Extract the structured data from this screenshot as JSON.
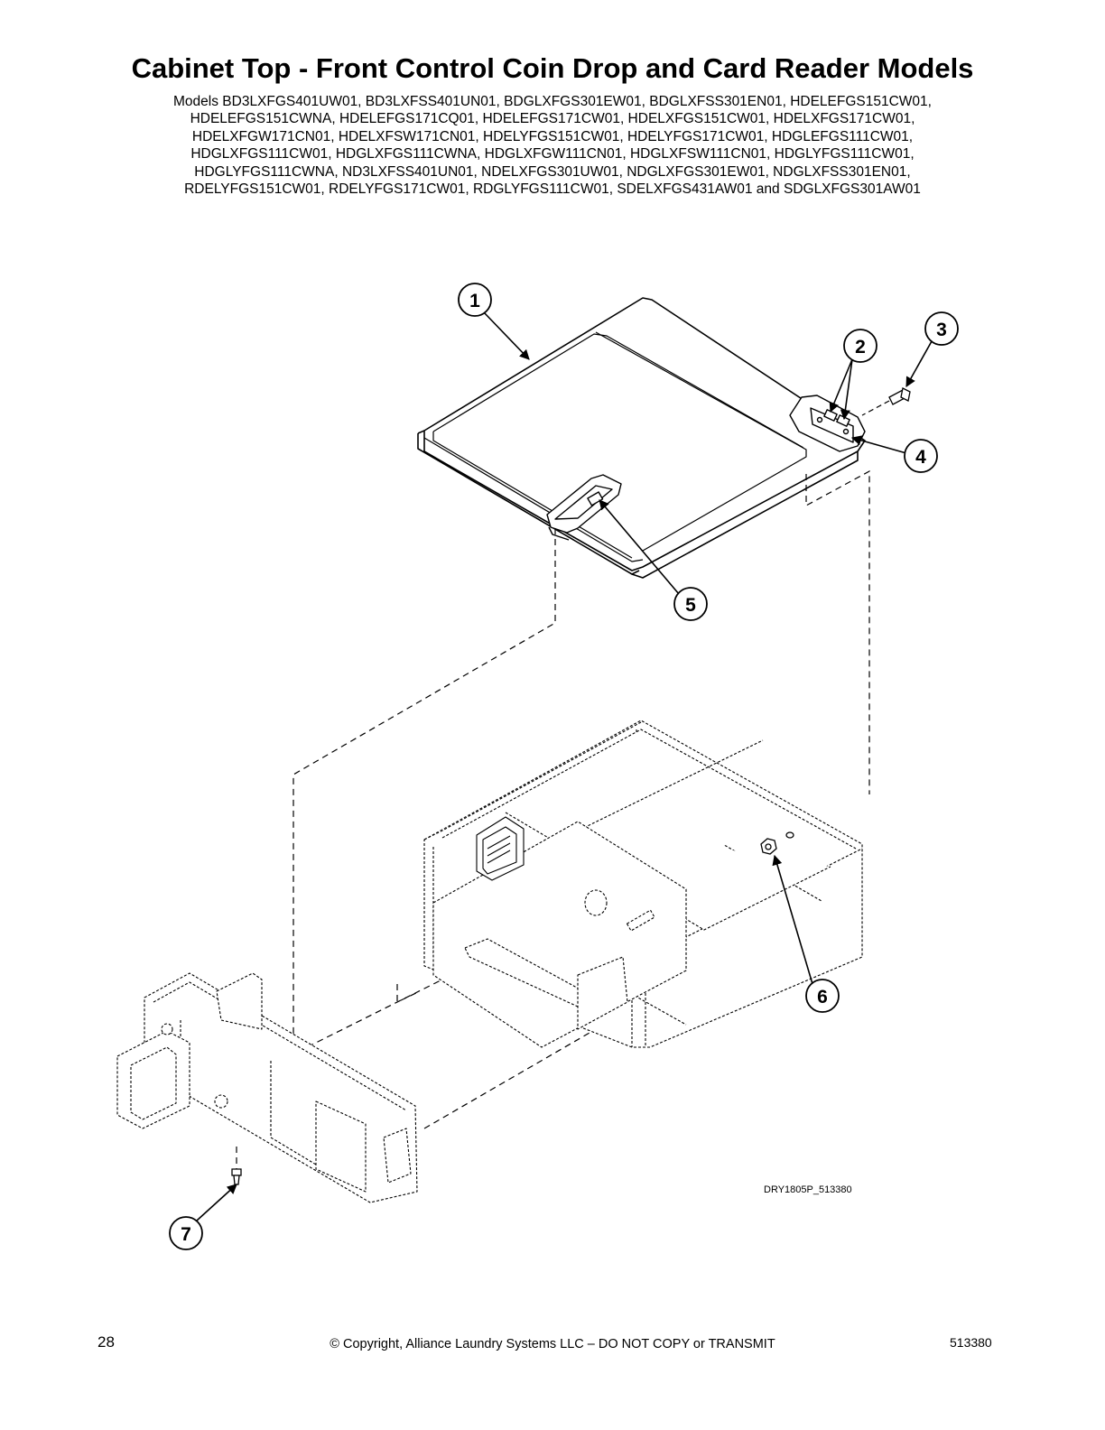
{
  "title": "Cabinet Top - Front Control Coin Drop and Card Reader Models",
  "models_lines": [
    "Models BD3LXFGS401UW01, BD3LXFSS401UN01, BDGLXFGS301EW01, BDGLXFSS301EN01, HDELEFGS151CW01,",
    "HDELEFGS151CWNA, HDELEFGS171CQ01, HDELEFGS171CW01, HDELXFGS151CW01, HDELXFGS171CW01,",
    "HDELXFGW171CN01, HDELXFSW171CN01, HDELYFGS151CW01, HDELYFGS171CW01, HDGLEFGS111CW01,",
    "HDGLXFGS111CW01, HDGLXFGS111CWNA, HDGLXFGW111CN01, HDGLXFSW111CN01, HDGLYFGS111CW01,",
    "HDGLYFGS111CWNA, ND3LXFSS401UN01, NDELXFGS301UW01, NDGLXFGS301EW01, NDGLXFSS301EN01,",
    "RDELYFGS151CW01, RDELYFGS171CW01, RDGLYFGS111CW01, SDELXFGS431AW01 and SDGLXFGS301AW01"
  ],
  "callouts": [
    "1",
    "2",
    "3",
    "4",
    "5",
    "6",
    "7"
  ],
  "drawing_id": "DRY1805P_513380",
  "footer": {
    "page_number": "28",
    "copyright": "© Copyright, Alliance Laundry Systems LLC – DO NOT COPY or TRANSMIT",
    "doc_number": "513380"
  }
}
